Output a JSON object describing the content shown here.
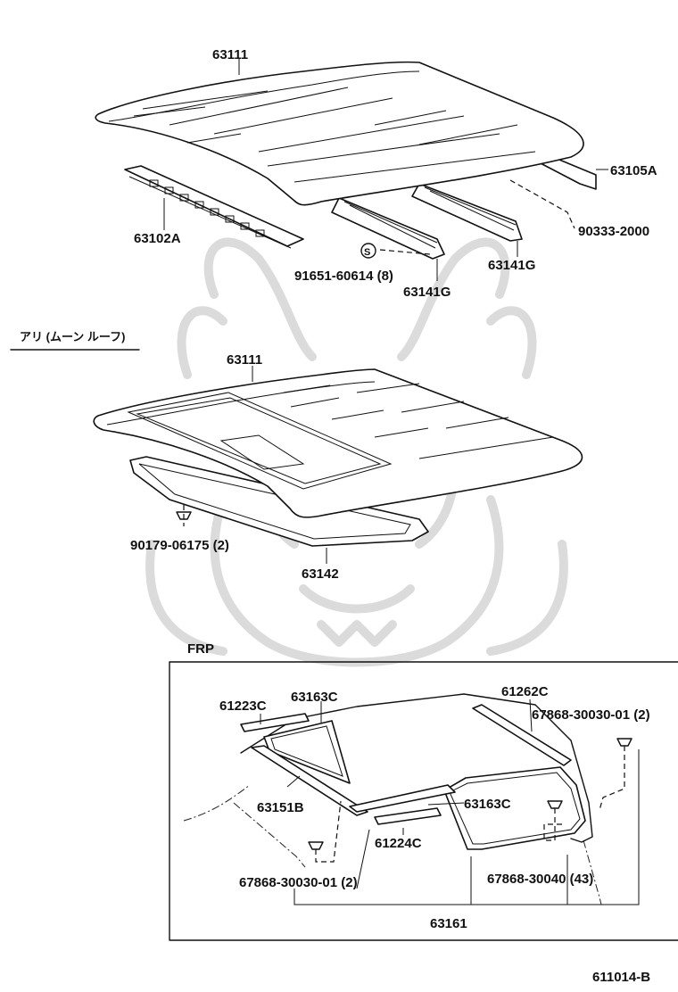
{
  "parts": {
    "roof_top": "63111",
    "side_rail_right": "63105A",
    "bolt_top": "90333-2000",
    "front_header": "63102A",
    "screw": "91651-60614 (8)",
    "screw_marker": "S",
    "roof_bow_center": "63141G",
    "roof_bow_rear": "63141G",
    "roof_moon": "63111",
    "clip_moon": "90179-06175 (2)",
    "moon_frame": "63142",
    "frp_pad_front": "61223C",
    "frp_weatherstrip_top": "63163C",
    "frp_pad_rear": "61262C",
    "frp_fastener_rear": "67868-30030-01 (2)",
    "frp_rail": "63151B",
    "frp_weatherstrip_side": "63163C",
    "frp_pad_mid": "61224C",
    "frp_fastener_front": "67868-30030-01 (2)",
    "frp_fastener_mid": "67868-30040 (43)",
    "frp_seal": "63161"
  },
  "sections": {
    "moonroof": "アリ (ムーン ルーフ)",
    "frp": "FRP"
  },
  "diagram_id": "611014-B",
  "icons": {
    "screw_marker": "circled-s-icon",
    "watermark": "samurai-helmet-watermark"
  }
}
